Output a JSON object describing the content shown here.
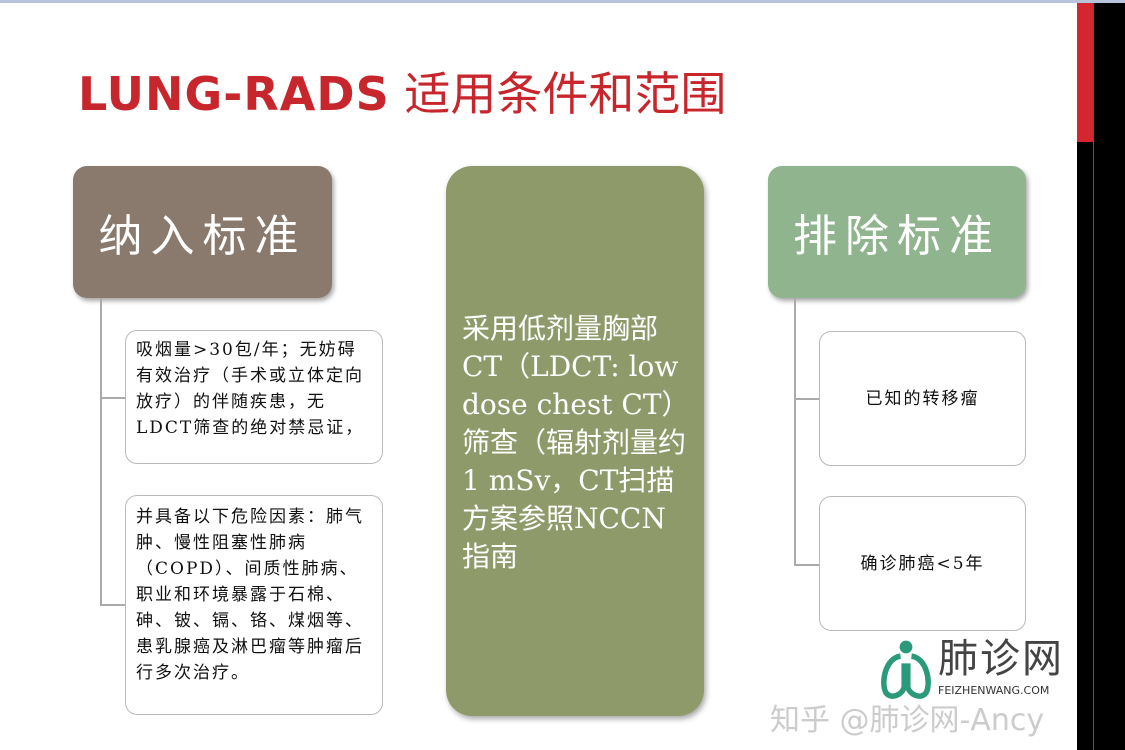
{
  "slide": {
    "title_en": "LUNG-RADS",
    "title_cn": "适用条件和范围",
    "inclusion": {
      "heading": "纳入标准",
      "items": [
        "吸烟量>30包/年；无妨碍有效治疗（手术或立体定向放疗）的伴随疾患，无LDCT筛查的绝对禁忌证，",
        "并具备以下危险因素：肺气肿、慢性阻塞性肺病（COPD）、间质性肺病、职业和环境暴露于石棉、砷、铍、镉、铬、煤烟等、患乳腺癌及淋巴瘤等肿瘤后行多次治疗。"
      ]
    },
    "center": "采用低剂量胸部CT（LDCT: low dose chest CT）筛查（辐射剂量约1 mSv，CT扫描方案参照NCCN指南",
    "exclusion": {
      "heading": "排除标准",
      "items": [
        "已知的转移瘤",
        "确诊肺癌<5年"
      ]
    }
  },
  "watermark": "知乎 @肺诊网-Ancy",
  "logo": {
    "cn": "肺诊网",
    "en": "FEIZHENWANG.COM"
  },
  "colors": {
    "title": "#c8262d",
    "inclusion": "#8a7a6d",
    "center": "#8f9a6a",
    "exclusion": "#8fb48e",
    "logo": "#2a9a7a"
  }
}
